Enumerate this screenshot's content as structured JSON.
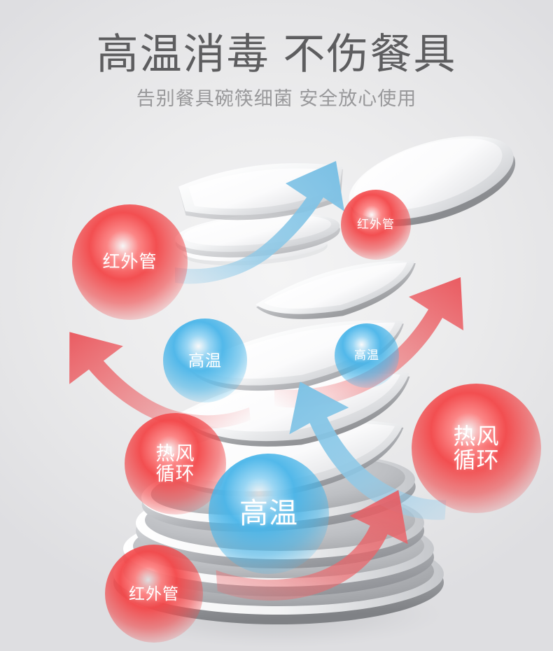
{
  "header": {
    "title": "高温消毒 不伤餐具",
    "subtitle": "告别餐具碗筷细菌 安全放心使用"
  },
  "colors": {
    "background_light": "#f4f4f5",
    "background_dark": "#dedee1",
    "title_text": "#5d5d5f",
    "subtitle_text": "#98989a",
    "badge_red": "#f34648",
    "badge_blue": "#49b5e9",
    "arrow_red": "#ef6a6e",
    "arrow_blue": "#8cc9e8",
    "dish_white": "#ffffff",
    "dish_gray": "#9a9a9c"
  },
  "badges": [
    {
      "id": "badge-ir-top-left",
      "label": "红外管",
      "tone": "red",
      "name": "infrared-tube-badge"
    },
    {
      "id": "badge-ir-top-right",
      "label": "红外管",
      "tone": "red",
      "name": "infrared-tube-badge"
    },
    {
      "id": "badge-ht-mid-left",
      "label": "高温",
      "tone": "blue",
      "name": "high-temperature-badge"
    },
    {
      "id": "badge-ht-mid-right",
      "label": "高温",
      "tone": "blue",
      "name": "high-temperature-badge"
    },
    {
      "id": "badge-hot-left",
      "label": "热风\n循环",
      "tone": "red",
      "name": "hot-air-circulation-badge"
    },
    {
      "id": "badge-hot-right",
      "label": "热风\n循环",
      "tone": "red",
      "name": "hot-air-circulation-badge"
    },
    {
      "id": "badge-ht-center",
      "label": "高温",
      "tone": "blue",
      "name": "high-temperature-badge"
    },
    {
      "id": "badge-ir-bottom",
      "label": "红外管",
      "tone": "red",
      "name": "infrared-tube-badge"
    }
  ],
  "illustration": {
    "subject": "stacked white ceramic dishes, bowls and a spoon",
    "arrows": [
      {
        "name": "blue-arrow-upper",
        "direction": "up-right",
        "tone": "blue"
      },
      {
        "name": "red-arrow-left",
        "direction": "up-left",
        "tone": "red"
      },
      {
        "name": "red-arrow-right",
        "direction": "up-right",
        "tone": "red"
      },
      {
        "name": "blue-arrow-lower",
        "direction": "up-left",
        "tone": "blue"
      },
      {
        "name": "red-arrow-bottom",
        "direction": "up-right",
        "tone": "red"
      }
    ]
  }
}
